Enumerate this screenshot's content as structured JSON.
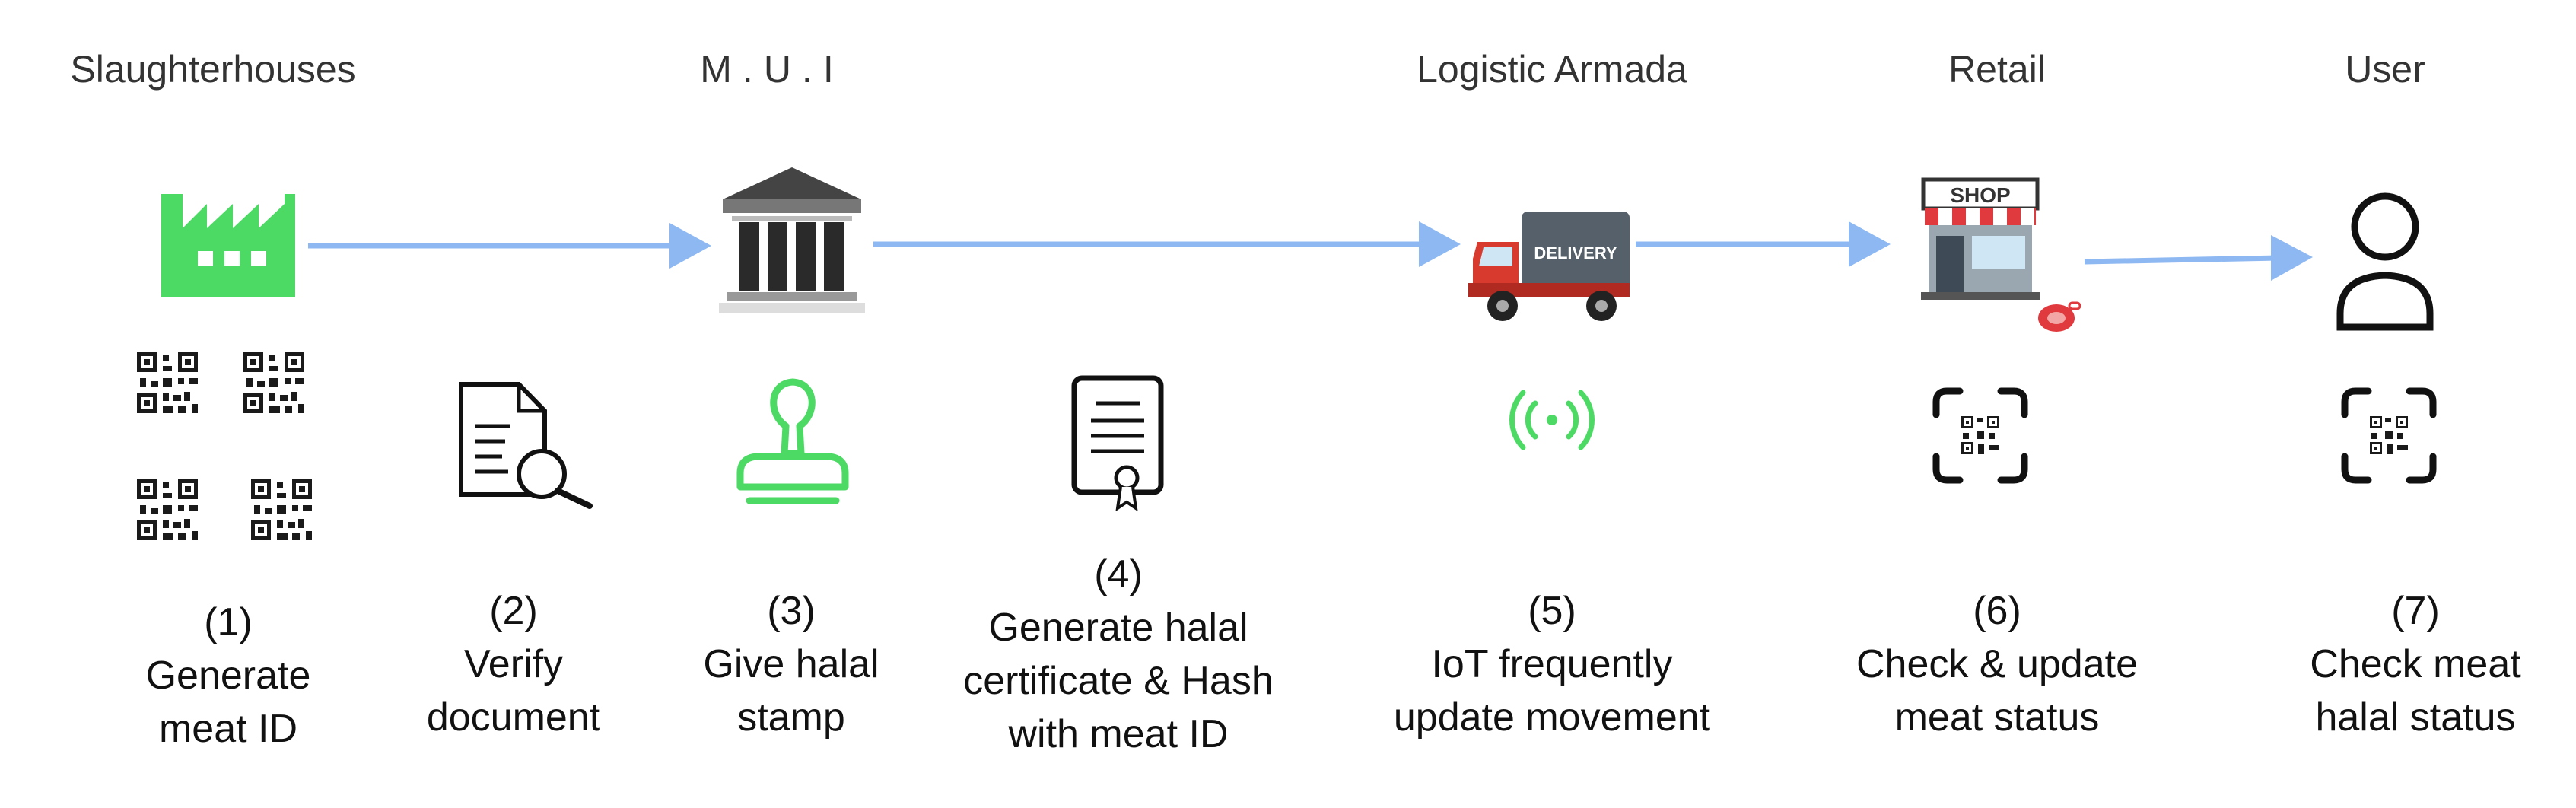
{
  "colors": {
    "arrow": "#8DB8F2",
    "green": "#4CD964",
    "dark": "#1A1A1A",
    "shop_red": "#E0393E"
  },
  "actors": [
    {
      "label": "Slaughterhouses",
      "icon": "factory-icon"
    },
    {
      "label": "M.U.I",
      "icon": "government-building-icon"
    },
    {
      "label": "Logistic Armada",
      "icon": "delivery-truck-icon"
    },
    {
      "label": "Retail",
      "icon": "shop-icon"
    },
    {
      "label": "User",
      "icon": "user-icon"
    }
  ],
  "truck_text": "DELIVERY",
  "shop_text": "SHOP",
  "steps": [
    {
      "num": "(1)",
      "lines": [
        "Generate",
        "meat ID"
      ],
      "icon": "qr-code-icon"
    },
    {
      "num": "(2)",
      "lines": [
        "Verify",
        "document"
      ],
      "icon": "document-search-icon"
    },
    {
      "num": "(3)",
      "lines": [
        "Give halal",
        "stamp"
      ],
      "icon": "stamp-icon"
    },
    {
      "num": "(4)",
      "lines": [
        "Generate halal",
        "certificate & Hash",
        "with meat ID"
      ],
      "icon": "certificate-icon"
    },
    {
      "num": "(5)",
      "lines": [
        "IoT frequently",
        "update movement"
      ],
      "icon": "iot-signal-icon"
    },
    {
      "num": "(6)",
      "lines": [
        "Check & update",
        "meat  status"
      ],
      "icon": "qr-scan-icon"
    },
    {
      "num": "(7)",
      "lines": [
        "Check meat",
        "halal status"
      ],
      "icon": "qr-scan-icon"
    }
  ]
}
